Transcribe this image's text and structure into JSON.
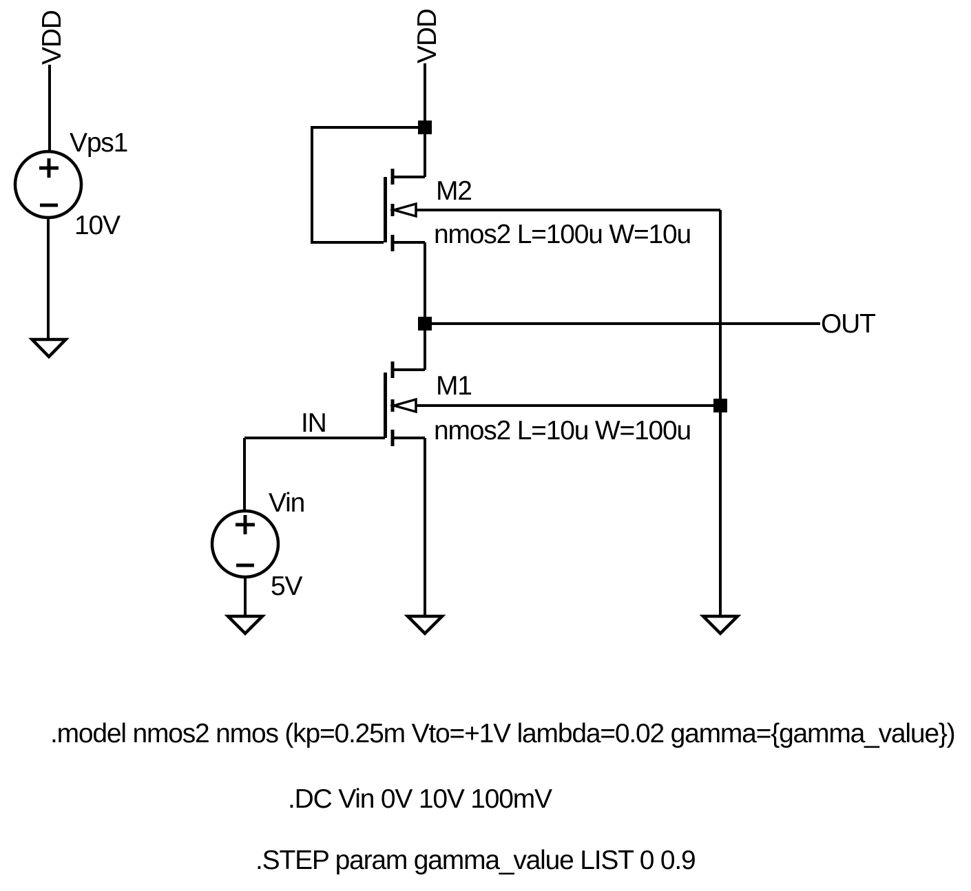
{
  "schematic": {
    "background_color": "#ffffff",
    "ink_color": "#000000",
    "power_flags": {
      "left": "VDD",
      "middle": "VDD"
    },
    "sources": {
      "vps1": {
        "name": "Vps1",
        "value": "10V"
      },
      "vin": {
        "name": "Vin",
        "value": "5V"
      }
    },
    "transistors": {
      "m2": {
        "name": "M2",
        "params": "nmos2 L=100u W=10u"
      },
      "m1": {
        "name": "M1",
        "params": "nmos2 L=10u W=100u"
      }
    },
    "nets": {
      "input": "IN",
      "output": "OUT"
    },
    "directives": {
      "model": ".model nmos2 nmos (kp=0.25m Vto=+1V lambda=0.02 gamma={gamma_value})",
      "dc_sweep": ".DC Vin 0V 10V 100mV",
      "step": ".STEP param gamma_value LIST 0 0.9"
    }
  }
}
